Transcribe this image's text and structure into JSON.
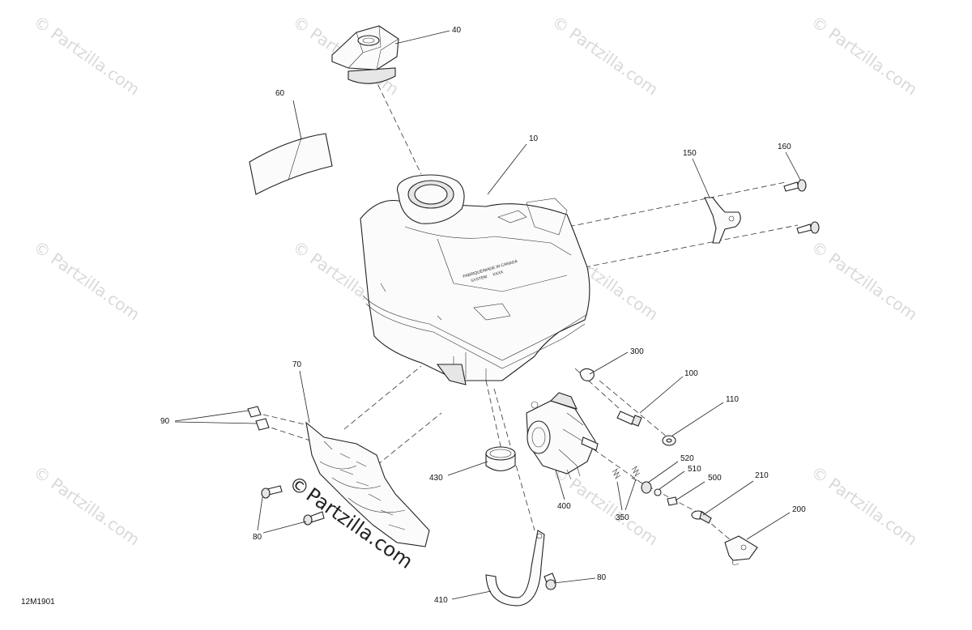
{
  "diagram_code": "12M1901",
  "watermark": {
    "symbol": "©",
    "text": "Partzilla.com",
    "prominent_text": "Partzilla.com"
  },
  "tank_labels": {
    "line1": "FABRIQUÉ/MADE IN CANADA",
    "line2": "SYSTEM",
    "line3": "XXXX"
  },
  "callouts": {
    "c10": "10",
    "c40": "40",
    "c60": "60",
    "c70": "70",
    "c80a": "80",
    "c80b": "80",
    "c90": "90",
    "c100": "100",
    "c110": "110",
    "c150": "150",
    "c160": "160",
    "c200": "200",
    "c210": "210",
    "c300": "300",
    "c350": "350",
    "c400": "400",
    "c410": "410",
    "c430": "430",
    "c500": "500",
    "c510": "510",
    "c520": "520"
  }
}
